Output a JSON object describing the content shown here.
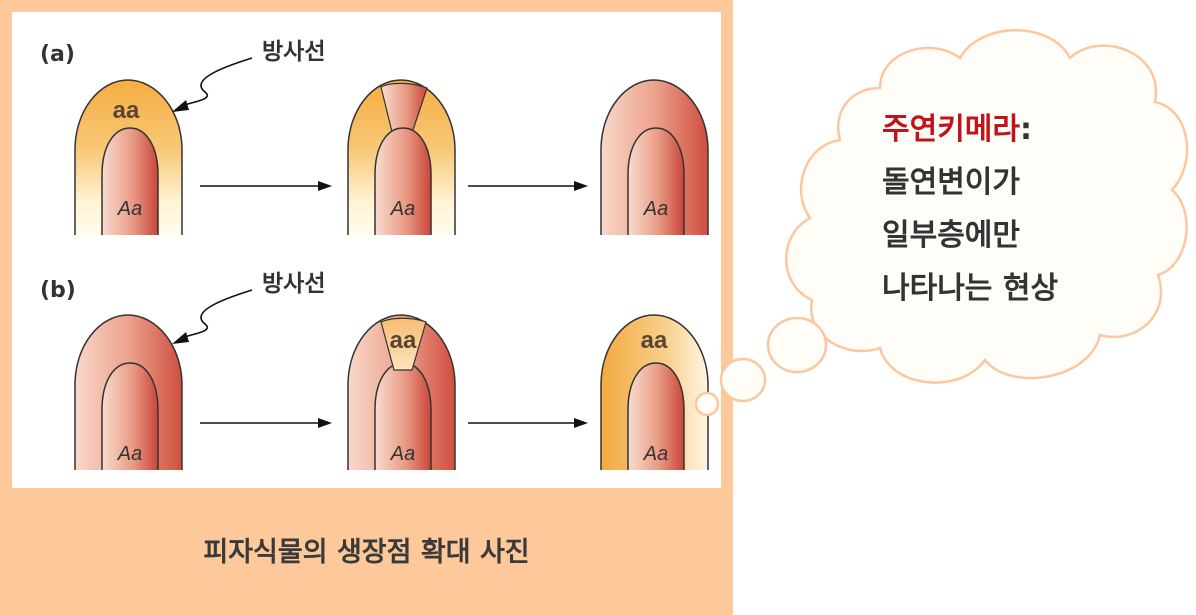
{
  "figure": {
    "label_a": "(a)",
    "label_b": "(b)",
    "radiation_label_a": "방사선",
    "radiation_label_b": "방사선",
    "genotype_aa": "aa",
    "genotype_Aa": "Aa"
  },
  "caption": "피자식물의 생장점 확대 사진",
  "bubble": {
    "term": "주연키메라",
    "colon": ":",
    "line1": "돌연변이가",
    "line2": "일부층에만",
    "line3": "나타나는 현상"
  },
  "colors": {
    "frame": "#fdc99a",
    "tissue_red": "#d2564a",
    "tissue_pink": "#f6cdbd",
    "mutant_orange": "#f5ae45",
    "term_red": "#c0141b"
  }
}
